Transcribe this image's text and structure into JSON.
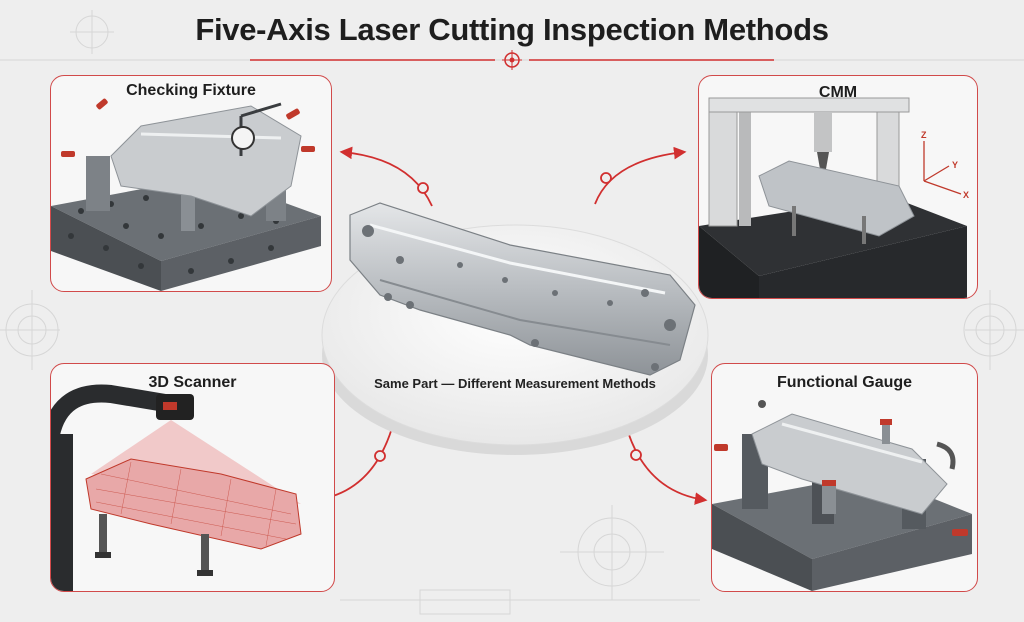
{
  "title": "Five-Axis Laser Cutting Inspection Methods",
  "center": {
    "caption": "Same Part — Different Measurement Methods"
  },
  "panels": {
    "checking_fixture": {
      "label": "Checking Fixture"
    },
    "cmm": {
      "label": "CMM",
      "axis_x": "X",
      "axis_y": "Y",
      "axis_z": "Z"
    },
    "scanner_3d": {
      "label": "3D Scanner"
    },
    "functional_gauge": {
      "label": "Functional Gauge"
    }
  },
  "colors": {
    "accent": "#d12f2f",
    "frame": "#d14a4a",
    "title": "#1e1e1e",
    "background": "#eeeeee"
  }
}
